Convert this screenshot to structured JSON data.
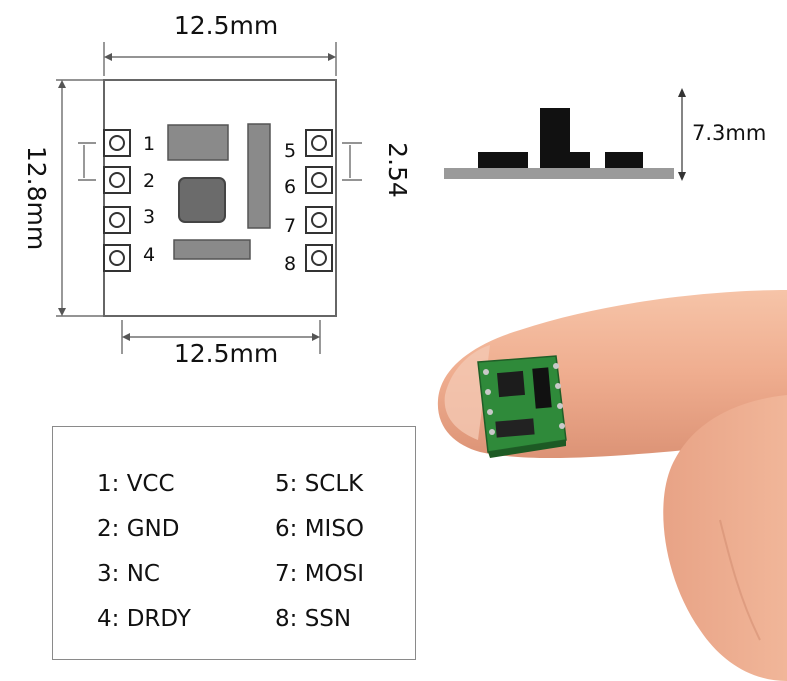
{
  "dimensions": {
    "top_width": "12.5mm",
    "bottom_width": "12.5mm",
    "height": "12.8mm",
    "pin_pitch": "2.54",
    "module_height": "7.3mm"
  },
  "pin_numbers": [
    "1",
    "2",
    "3",
    "4",
    "5",
    "6",
    "7",
    "8"
  ],
  "pin_legend": [
    {
      "label": "1: VCC"
    },
    {
      "label": "2: GND"
    },
    {
      "label": "3: NC"
    },
    {
      "label": "4: DRDY"
    },
    {
      "label": "5: SCLK"
    },
    {
      "label": "6: MISO"
    },
    {
      "label": "7: MOSI"
    },
    {
      "label": "8: SSN"
    }
  ],
  "colors": {
    "board_outline": "#666666",
    "component_fill": "#8a8a8a",
    "chip_fill": "#6b6b6b",
    "pcb_green": "#2f8a3a",
    "skin": "#f2b89a"
  }
}
